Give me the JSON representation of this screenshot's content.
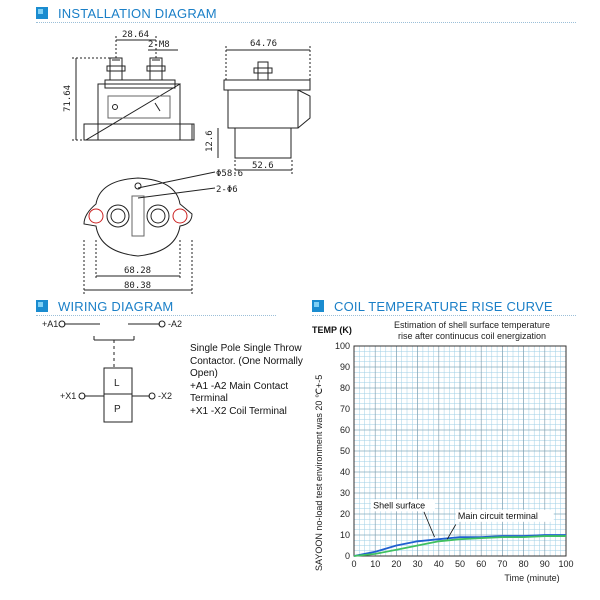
{
  "installation": {
    "title": "INSTALLATION DIAGRAM",
    "dims": {
      "top_width": "28.64",
      "terminal_thread": "2-M8",
      "height": "71.64",
      "side_width": "64.76",
      "side_height": "12.6",
      "side_base": "52.6",
      "hole_dia": "Φ58.6",
      "mount_holes": "2-Φ6",
      "mount_spacing": "68.28",
      "base_length": "80.38"
    }
  },
  "wiring": {
    "title": "WIRING DIAGRAM",
    "labels": {
      "a1": "+A1",
      "a2": "-A2",
      "x1": "+X1",
      "x2": "-X2",
      "coil_top": "L",
      "coil_bottom": "P"
    },
    "description": [
      "Single Pole Single Throw",
      "Contactor. (One Normally",
      "Open)",
      "+A1 -A2  Main Contact",
      "Terminal",
      "+X1 -X2 Coil Terminal"
    ]
  },
  "coil_curve": {
    "title": "COIL TEMPERATURE RISE CURVE",
    "ylabel_rotated": "SAYOON no-load test environment was 20 ℃+-5"
  },
  "chart_data": {
    "type": "line",
    "title": "Estimation of shell surface temperature rise after continucus coil energization",
    "ylabel": "TEMP (K)",
    "xlabel": "Time (minute)",
    "xlim": [
      0,
      100
    ],
    "ylim": [
      0,
      100
    ],
    "xticks": [
      0,
      10,
      20,
      30,
      40,
      50,
      60,
      70,
      80,
      90,
      100
    ],
    "yticks": [
      0,
      10,
      20,
      30,
      40,
      50,
      60,
      70,
      80,
      90,
      100
    ],
    "grid": true,
    "series": [
      {
        "name": "Shell surface",
        "color": "#2060d0",
        "x": [
          0,
          10,
          20,
          30,
          40,
          50,
          60,
          70,
          80,
          90,
          100
        ],
        "y": [
          0,
          2,
          5,
          7,
          8,
          9,
          9,
          9.5,
          9.5,
          10,
          10
        ]
      },
      {
        "name": "Main circuit terminal",
        "color": "#40c060",
        "x": [
          0,
          10,
          20,
          30,
          40,
          50,
          60,
          70,
          80,
          90,
          100
        ],
        "y": [
          0,
          1,
          3,
          5,
          7,
          8,
          8.5,
          9,
          9,
          9.5,
          9.5
        ]
      }
    ],
    "annotations": [
      "Shell surface",
      "Main circuit terminal"
    ]
  }
}
